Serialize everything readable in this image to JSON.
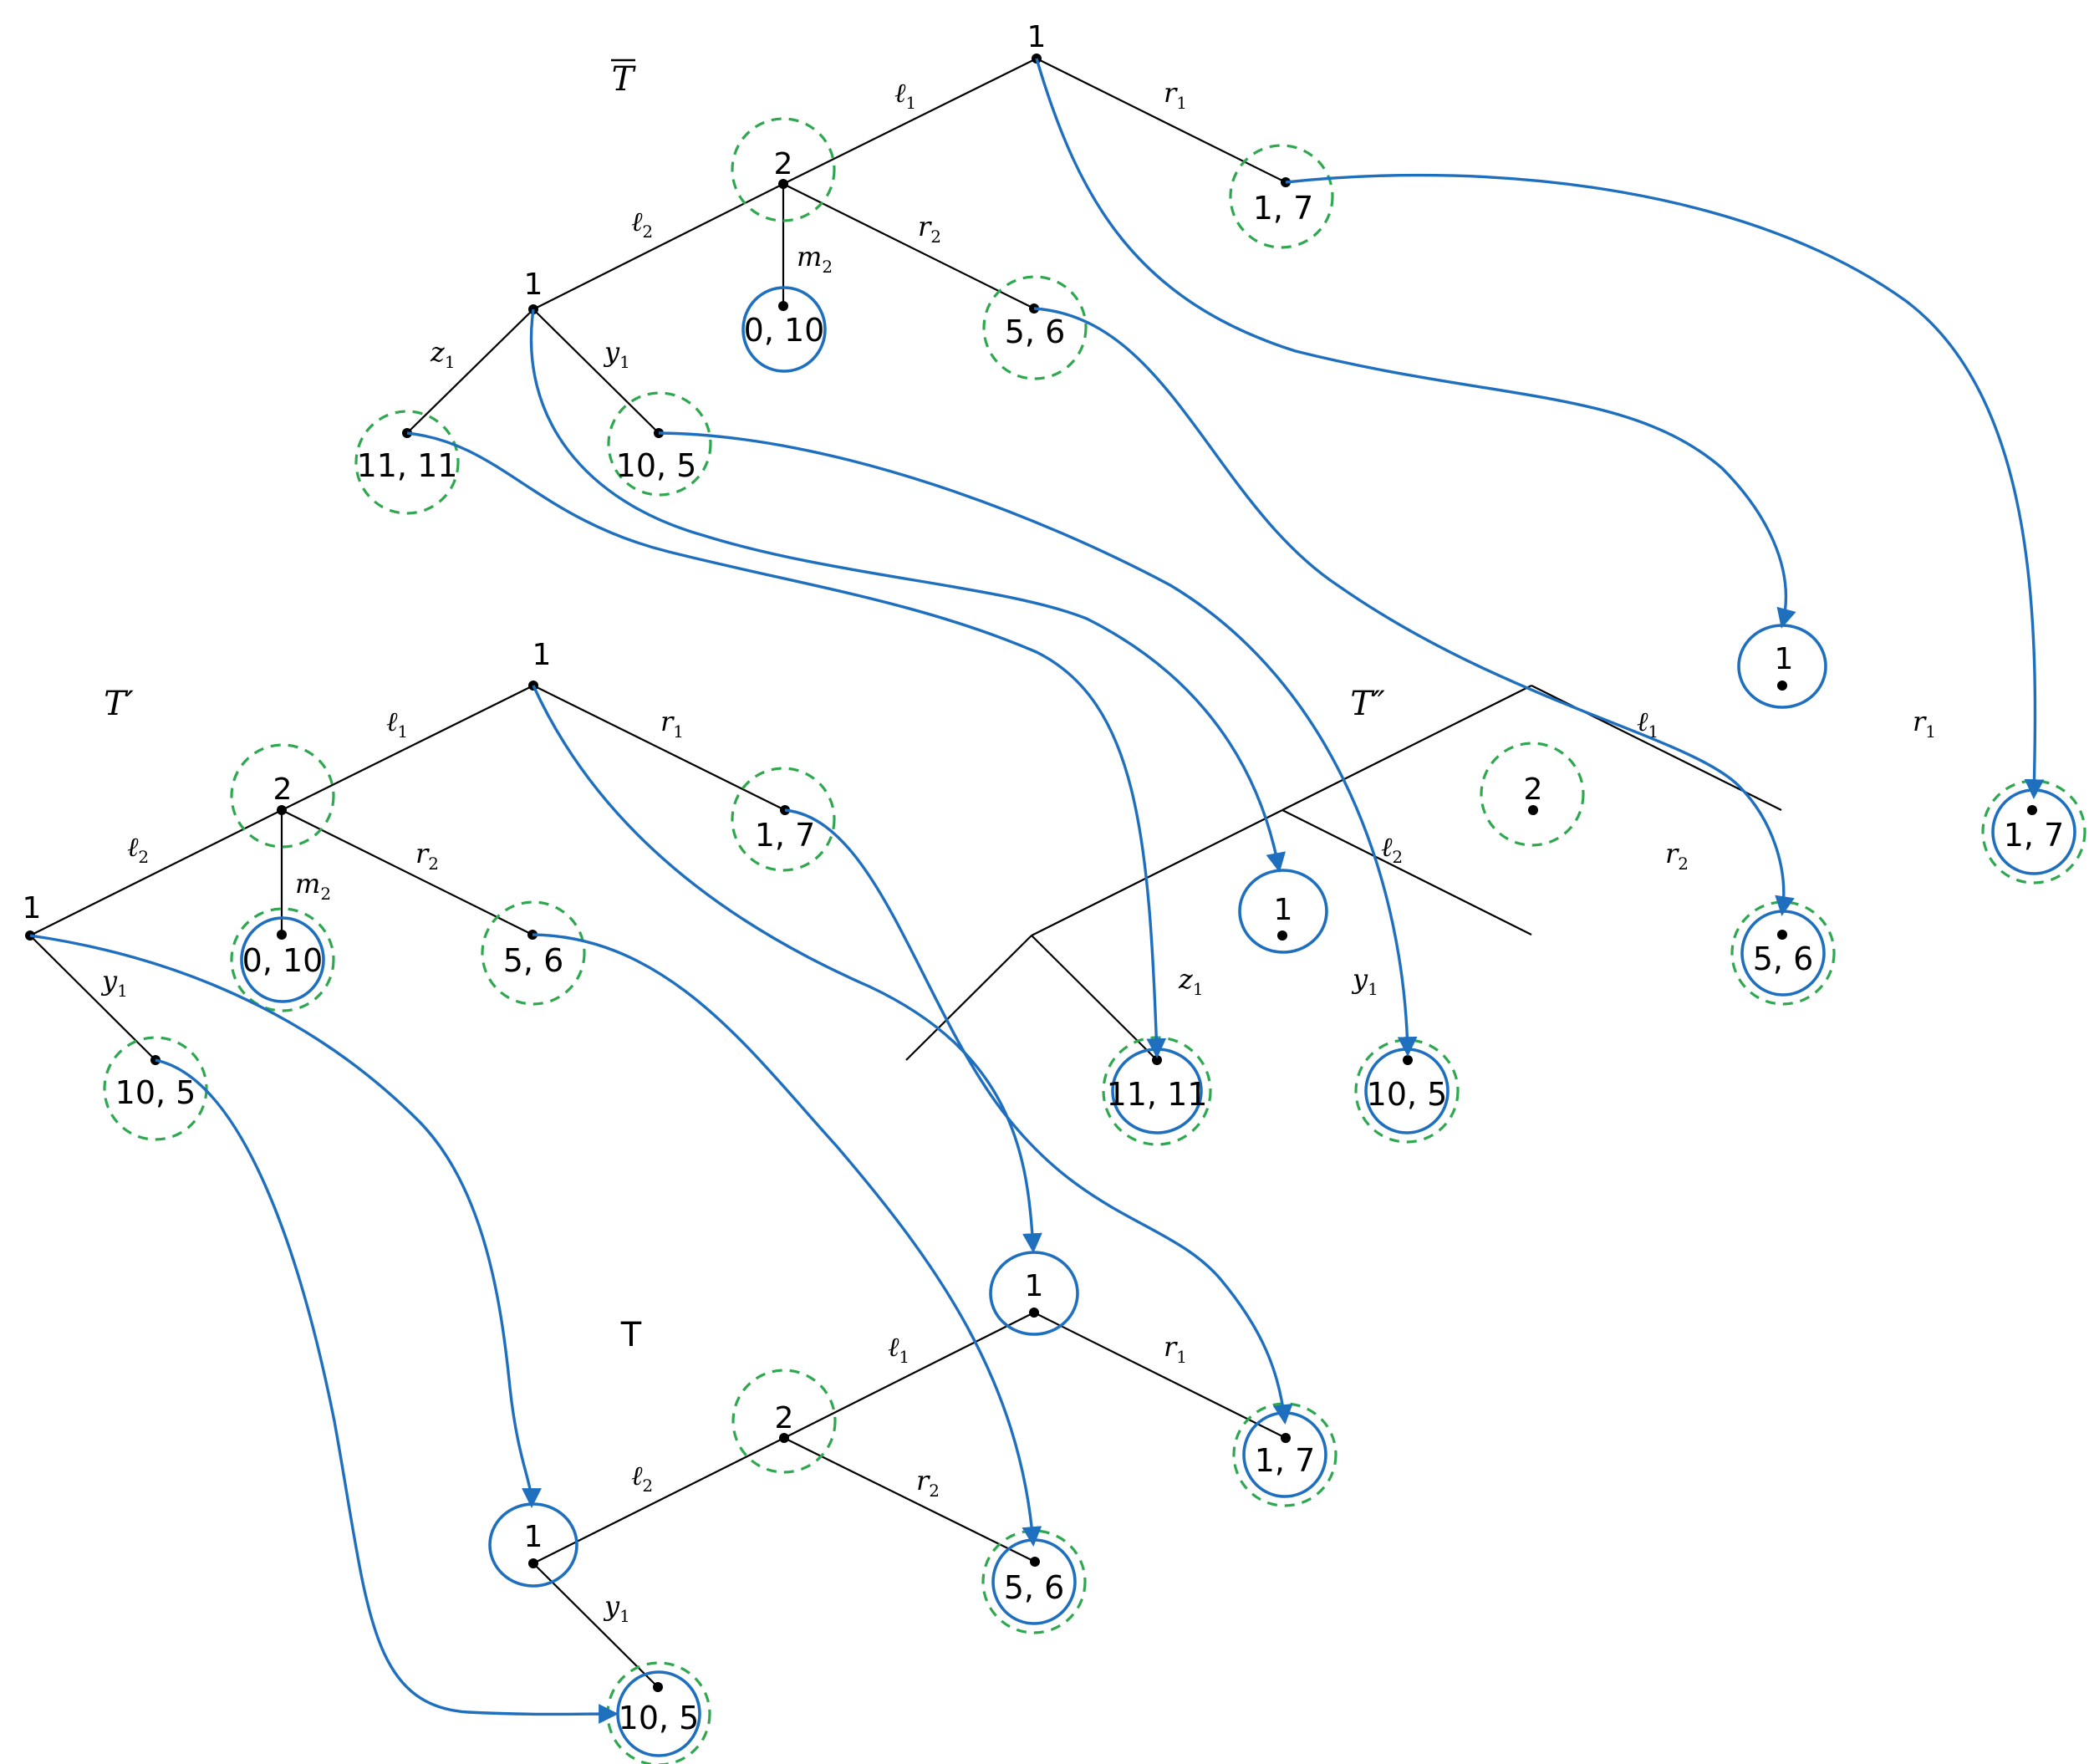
{
  "colors": {
    "arrow": "#1f6fbf",
    "dashed_circle": "#2ea84f",
    "edge": "#000000"
  },
  "titles": {
    "tbar": "T",
    "tprime": "T′",
    "tdouble": "T″",
    "t": "T"
  },
  "players": {
    "tbar_root": "1",
    "tbar_n2": "2",
    "tbar_n1": "1",
    "tp_root": "1",
    "tp_n2": "2",
    "tp_n1": "1",
    "td_root": "1",
    "td_n2": "2",
    "td_n1": "1",
    "t_root": "1",
    "t_n2": "2",
    "t_n1": "1"
  },
  "payoffs": {
    "tbar_r1": "1, 7",
    "tbar_m2": "0, 10",
    "tbar_r2": "5, 6",
    "tbar_z1": "11, 11",
    "tbar_y1": "10, 5",
    "tp_r1": "1, 7",
    "tp_m2": "0, 10",
    "tp_r2": "5, 6",
    "tp_y1": "10, 5",
    "td_r1": "1, 7",
    "td_r2": "5, 6",
    "td_z1": "11, 11",
    "td_y1": "10, 5",
    "t_r1": "1, 7",
    "t_r2": "5, 6",
    "t_y1": "10, 5"
  },
  "edge_labels": {
    "l1": {
      "base": "ℓ",
      "sub": "1"
    },
    "r1": {
      "base": "r",
      "sub": "1"
    },
    "l2": {
      "base": "ℓ",
      "sub": "2"
    },
    "r2": {
      "base": "r",
      "sub": "2"
    },
    "m2": {
      "base": "m",
      "sub": "2"
    },
    "z1": {
      "base": "z",
      "sub": "1"
    },
    "y1": {
      "base": "y",
      "sub": "1"
    }
  }
}
